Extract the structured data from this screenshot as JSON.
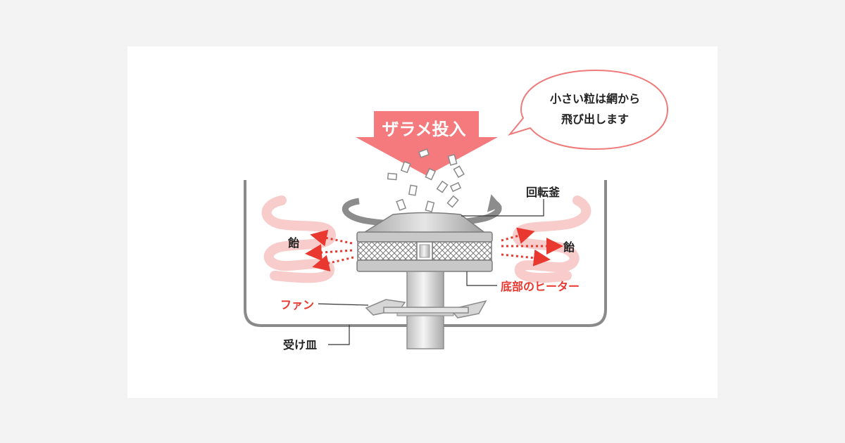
{
  "banner": {
    "label": "ザラメ投入",
    "color": "#f47a7d"
  },
  "speech": {
    "line1": "小さい粒は網から",
    "line2": "飛び出します",
    "border_color": "#f07a7a"
  },
  "labels": {
    "rotating_pot": "回転釜",
    "candy_left": "飴",
    "candy_right": "飴",
    "heater": "底部のヒーター",
    "fan": "ファン",
    "tray": "受け皿"
  },
  "colors": {
    "accent_red": "#e8382f",
    "text_dark": "#222222",
    "vapor": "#f6c7c4",
    "metal": "#8a8a8a"
  }
}
